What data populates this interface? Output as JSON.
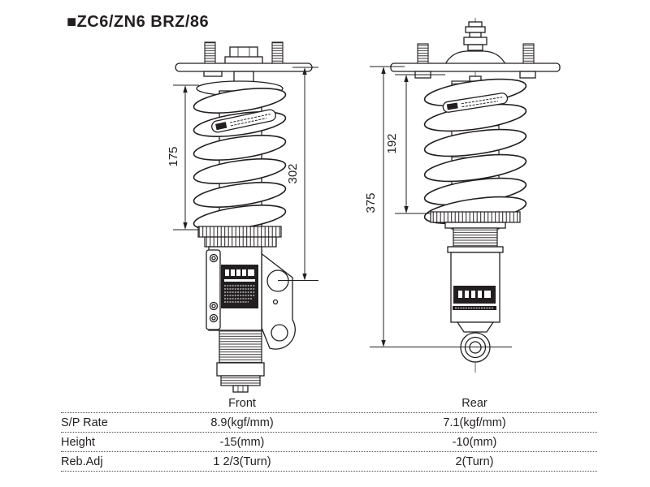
{
  "title": "■ZC6/ZN6 BRZ/86",
  "drawings": {
    "front": {
      "spring_length_mm": "175",
      "overall_length_mm": "302"
    },
    "rear": {
      "spring_length_mm": "192",
      "overall_length_mm": "375"
    }
  },
  "table": {
    "columns": [
      "",
      "Front",
      "Rear"
    ],
    "rows": [
      {
        "label": "S/P Rate",
        "front": "8.9(kgf/mm)",
        "rear": "7.1(kgf/mm)"
      },
      {
        "label": "Height",
        "front": "-15(mm)",
        "rear": "-10(mm)"
      },
      {
        "label": "Reb.Adj",
        "front": "1 2/3(Turn)",
        "rear": "2(Turn)"
      }
    ]
  },
  "colors": {
    "ink": "#231f20",
    "background": "#ffffff"
  }
}
